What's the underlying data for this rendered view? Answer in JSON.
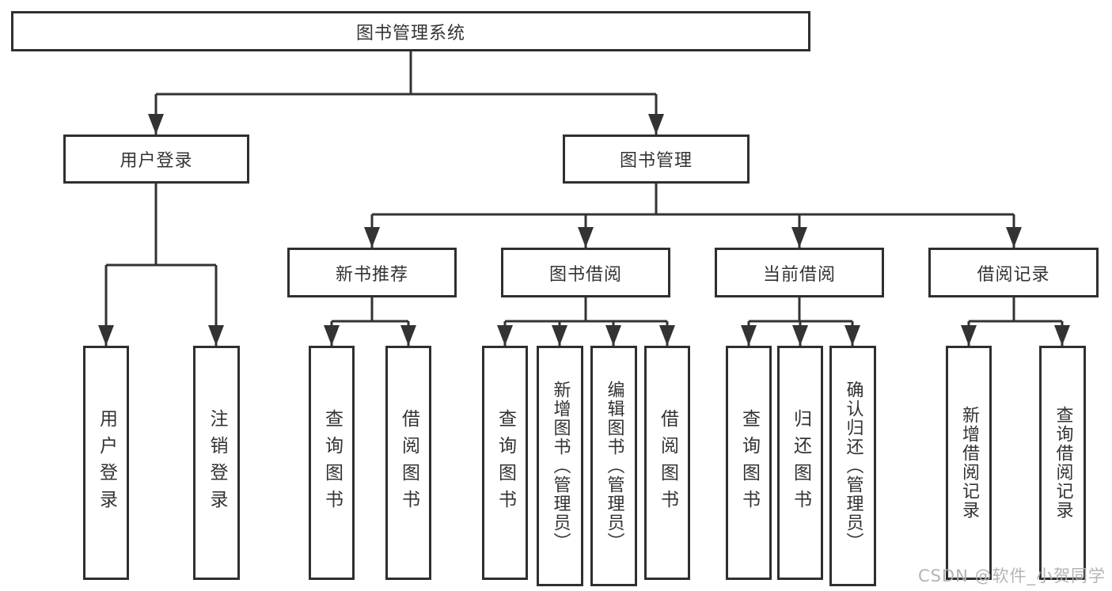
{
  "diagram": {
    "title": "图书管理系统",
    "level2": [
      {
        "label": "用户登录"
      },
      {
        "label": "图书管理"
      }
    ],
    "level3": [
      {
        "label": "新书推荐"
      },
      {
        "label": "图书借阅"
      },
      {
        "label": "当前借阅"
      },
      {
        "label": "借阅记录"
      }
    ],
    "leaves": {
      "user_login": [
        "用户登录",
        "注销登录"
      ],
      "new_book": [
        "查询图书",
        "借阅图书"
      ],
      "book_borrow": [
        "查询图书",
        "新增图书（管理员）",
        "编辑图书（管理员）",
        "借阅图书"
      ],
      "current_borrow": [
        "查询图书",
        "归还图书",
        "确认归还（管理员）"
      ],
      "borrow_records": [
        "新增借阅记录",
        "查询借阅记录"
      ]
    }
  },
  "watermark": "CSDN @软件_小贺同学",
  "colors": {
    "line": "#333333",
    "border": "#2f2f2f",
    "text": "#333333",
    "background": "#ffffff",
    "watermark": "#b0b0b0"
  }
}
